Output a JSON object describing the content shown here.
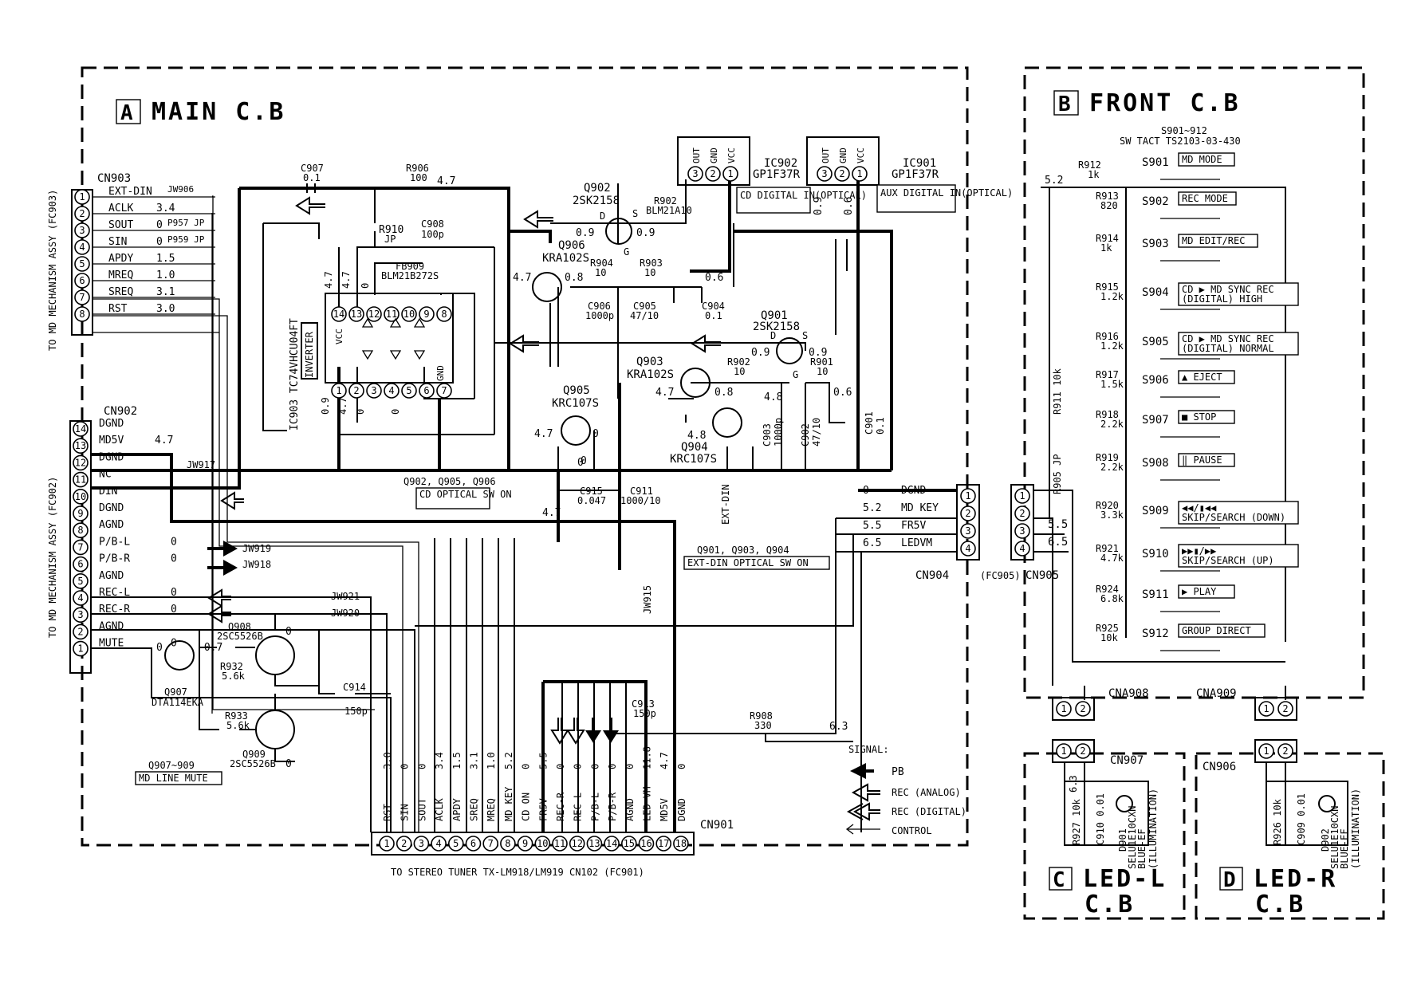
{
  "boards": {
    "main": {
      "letter": "A",
      "title": "MAIN C.B"
    },
    "front": {
      "letter": "B",
      "title": "FRONT C.B"
    },
    "led_l": {
      "letter": "C",
      "title": "LED-L",
      "subtitle": "C.B"
    },
    "led_r": {
      "letter": "D",
      "title": "LED-R",
      "subtitle": "C.B"
    }
  },
  "connectors": {
    "cn903": {
      "name": "CN903",
      "side_label": "TO MD MECHANISM ASSY (FC903)",
      "pins": [
        {
          "num": "1",
          "signal": "EXT-DIN",
          "voltage": "",
          "jumper": "JW906"
        },
        {
          "num": "2",
          "signal": "ACLK",
          "voltage": "3.4",
          "jumper": ""
        },
        {
          "num": "3",
          "signal": "SOUT",
          "voltage": "0",
          "jumper": "P957 JP"
        },
        {
          "num": "4",
          "signal": "SIN",
          "voltage": "0",
          "jumper": "P959 JP"
        },
        {
          "num": "5",
          "signal": "APDY",
          "voltage": "1.5",
          "jumper": ""
        },
        {
          "num": "6",
          "signal": "MREQ",
          "voltage": "1.0",
          "jumper": ""
        },
        {
          "num": "7",
          "signal": "SREQ",
          "voltage": "3.1",
          "jumper": ""
        },
        {
          "num": "8",
          "signal": "RST",
          "voltage": "3.0",
          "jumper": ""
        }
      ]
    },
    "cn902": {
      "name": "CN902",
      "side_label": "TO MD MECHANISM ASSY (FC902)",
      "pins": [
        {
          "num": "14",
          "signal": "DGND",
          "voltage": ""
        },
        {
          "num": "13",
          "signal": "MD5V",
          "voltage": "4.7"
        },
        {
          "num": "12",
          "signal": "DGND",
          "voltage": ""
        },
        {
          "num": "11",
          "signal": "NC",
          "voltage": ""
        },
        {
          "num": "10",
          "signal": "DIN",
          "voltage": ""
        },
        {
          "num": "9",
          "signal": "DGND",
          "voltage": ""
        },
        {
          "num": "8",
          "signal": "AGND",
          "voltage": ""
        },
        {
          "num": "7",
          "signal": "P/B-L",
          "voltage": "0"
        },
        {
          "num": "6",
          "signal": "P/B-R",
          "voltage": "0"
        },
        {
          "num": "5",
          "signal": "AGND",
          "voltage": ""
        },
        {
          "num": "4",
          "signal": "REC-L",
          "voltage": "0"
        },
        {
          "num": "3",
          "signal": "REC-R",
          "voltage": "0"
        },
        {
          "num": "2",
          "signal": "AGND",
          "voltage": ""
        },
        {
          "num": "1",
          "signal": "MUTE",
          "voltage": "0"
        }
      ]
    },
    "cn901": {
      "name": "CN901",
      "bottom_label": "TO STEREO TUNER TX-LM918/LM919 CN102 (FC901)",
      "pins": [
        {
          "num": "1",
          "signal": "RST",
          "voltage": "3.0"
        },
        {
          "num": "2",
          "signal": "SIN",
          "voltage": "0"
        },
        {
          "num": "3",
          "signal": "SOUT",
          "voltage": "0"
        },
        {
          "num": "4",
          "signal": "ACLK",
          "voltage": "3.4"
        },
        {
          "num": "5",
          "signal": "APDY",
          "voltage": "1.5"
        },
        {
          "num": "6",
          "signal": "SREQ",
          "voltage": "3.1"
        },
        {
          "num": "7",
          "signal": "MREQ",
          "voltage": "1.0"
        },
        {
          "num": "8",
          "signal": "MD KEY",
          "voltage": "5.2"
        },
        {
          "num": "9",
          "signal": "CD ON",
          "voltage": "0"
        },
        {
          "num": "10",
          "signal": "FR5V",
          "voltage": "5.5"
        },
        {
          "num": "11",
          "signal": "REC-R",
          "voltage": "0"
        },
        {
          "num": "12",
          "signal": "REC-L",
          "voltage": "0"
        },
        {
          "num": "13",
          "signal": "P/B-L",
          "voltage": "0"
        },
        {
          "num": "14",
          "signal": "P/B-R",
          "voltage": "0"
        },
        {
          "num": "15",
          "signal": "AGND",
          "voltage": "0"
        },
        {
          "num": "16",
          "signal": "LED VM",
          "voltage": "11.8"
        },
        {
          "num": "17",
          "signal": "MD5V",
          "voltage": "4.7"
        },
        {
          "num": "18",
          "signal": "DGND",
          "voltage": "0"
        }
      ]
    },
    "cn904": {
      "name": "CN904",
      "fc_label": "(FC905)",
      "pins": [
        {
          "num": "1",
          "signal": "DGND",
          "voltage": "0"
        },
        {
          "num": "2",
          "signal": "MD KEY",
          "voltage": "5.2"
        },
        {
          "num": "3",
          "signal": "FR5V",
          "voltage": "5.5"
        },
        {
          "num": "4",
          "signal": "LEDVM",
          "voltage": "6.5"
        }
      ]
    },
    "cn905": {
      "name": "CN905",
      "pins": [
        "1",
        "2",
        "3",
        "4"
      ],
      "voltages": [
        "5.5",
        "6.5"
      ]
    },
    "cna908": {
      "name": "CNA908",
      "pins": [
        "1",
        "2"
      ]
    },
    "cna909": {
      "name": "CNA909",
      "pins": [
        "1",
        "2"
      ]
    },
    "cn907": {
      "name": "CN907",
      "pins": [
        "1",
        "2"
      ]
    },
    "cn906": {
      "name": "CN906",
      "pins": [
        "1",
        "2"
      ]
    }
  },
  "ics": {
    "ic903": {
      "name": "IC903 TC74VHCU04FT",
      "function": "INVERTER",
      "pins_top": [
        "14",
        "13",
        "12",
        "11",
        "10",
        "9",
        "8"
      ],
      "pins_bottom": [
        "1",
        "2",
        "3",
        "4",
        "5",
        "6",
        "7"
      ],
      "vcc_label": "VCC",
      "gnd_label": "GND",
      "v_top": [
        "4.7",
        "4.7",
        "0"
      ],
      "v_bottom": [
        "0.9",
        "4.7",
        "0",
        "0"
      ]
    },
    "ic902": {
      "name": "IC902",
      "part": "GP1F37R",
      "pins": [
        "OUT",
        "GND",
        "VCC"
      ],
      "nums": [
        "3",
        "2",
        "1"
      ],
      "label": "CD DIGITAL IN(OPTICAL)"
    },
    "ic901": {
      "name": "IC901",
      "part": "GP1F37R",
      "pins": [
        "OUT",
        "GND",
        "VCC"
      ],
      "nums": [
        "3",
        "2",
        "1"
      ],
      "label": "AUX DIGITAL IN(OPTICAL)",
      "v": [
        "0.9",
        "0.6"
      ]
    }
  },
  "transistors": [
    {
      "ref": "Q902",
      "part": "2SK2158",
      "v": [
        "0.9",
        "0.9"
      ],
      "pins": [
        "D",
        "S",
        "G"
      ]
    },
    {
      "ref": "Q906",
      "part": "KRA102S",
      "v": [
        "4.7",
        "0.8"
      ]
    },
    {
      "ref": "Q905",
      "part": "KRC107S",
      "v": [
        "4.7",
        "0",
        "0"
      ]
    },
    {
      "ref": "Q903",
      "part": "KRA102S",
      "v": [
        "4.7",
        "0.8"
      ]
    },
    {
      "ref": "Q904",
      "part": "KRC107S",
      "v": [
        "4.8"
      ]
    },
    {
      "ref": "Q901",
      "part": "2SK2158",
      "v": [
        "0.9",
        "0.9",
        "4.8",
        "0.6"
      ],
      "pins": [
        "D",
        "S",
        "G"
      ]
    },
    {
      "ref": "Q907",
      "part": "DTA114EKA",
      "v": [
        "0",
        "-0.7"
      ]
    },
    {
      "ref": "Q908",
      "part": "2SC5526B",
      "v": [
        "0"
      ]
    },
    {
      "ref": "Q909",
      "part": "2SC5526B",
      "v": [
        "0"
      ]
    }
  ],
  "passives": {
    "c907": {
      "ref": "C907",
      "value": "0.1"
    },
    "r906": {
      "ref": "R906",
      "value": "100",
      "v": "4.7"
    },
    "r910": {
      "ref": "R910",
      "value": "JP"
    },
    "c908": {
      "ref": "C908",
      "value": "100p"
    },
    "fb909": {
      "ref": "FB909",
      "value": "BLM21B272S"
    },
    "r902": {
      "ref": "R902",
      "value": "BLM21A10"
    },
    "r904": {
      "ref": "R904",
      "value": "10"
    },
    "r903": {
      "ref": "R903",
      "value": "10"
    },
    "c906": {
      "ref": "C906",
      "value": "1000p"
    },
    "c905": {
      "ref": "C905",
      "value": "47/10"
    },
    "c904": {
      "ref": "C904",
      "value": "0.1"
    },
    "r902b": {
      "ref": "R902",
      "value": "10"
    },
    "r901": {
      "ref": "R901",
      "value": "10"
    },
    "c903": {
      "ref": "C903",
      "value": "1000p"
    },
    "c902": {
      "ref": "C902",
      "value": "47/10"
    },
    "c901": {
      "ref": "C901",
      "value": "0.1"
    },
    "c915": {
      "ref": "C915",
      "value": "0.047"
    },
    "c911": {
      "ref": "C911",
      "value": "1000/10"
    },
    "c914": {
      "ref": "C914",
      "value": "150p"
    },
    "c913": {
      "ref": "C913",
      "value": "150p"
    },
    "r908": {
      "ref": "R908",
      "value": "330",
      "v": "6.3"
    },
    "r932": {
      "ref": "R932",
      "value": "5.6k"
    },
    "r933": {
      "ref": "R933",
      "value": "5.6k"
    },
    "jw917": "JW917",
    "jw919": "JW919",
    "jw918": "JW918",
    "jw921": "JW921",
    "jw920": "JW920",
    "jw915": "JW915"
  },
  "notes": {
    "q902_q905_q906": "Q902, Q905, Q906",
    "cd_optical": "CD OPTICAL SW ON",
    "q901_q903_q904": "Q901, Q903, Q904",
    "ext_din_optical": "EXT-DIN OPTICAL SW ON",
    "q907_q909": "Q907~909",
    "md_line_mute": "MD LINE MUTE",
    "ext_din": "EXT-DIN",
    "v_47": "4.7",
    "v_0": "0"
  },
  "front": {
    "switch_header": "S901~912",
    "switch_part": "SW TACT TS2103-03-430",
    "r912": {
      "ref": "R912",
      "value": "1k"
    },
    "v_52": "5.2",
    "r911": "R911 10k",
    "r905": "R905 JP",
    "switches": [
      {
        "ref": "S901",
        "label": "MD MODE",
        "resistor": "",
        "rvalue": ""
      },
      {
        "ref": "S902",
        "label": "REC MODE",
        "resistor": "R913",
        "rvalue": "820"
      },
      {
        "ref": "S903",
        "label": "MD EDIT/REC",
        "resistor": "R914",
        "rvalue": "1k"
      },
      {
        "ref": "S904",
        "label": "CD ▶ MD SYNC REC",
        "label2": "(DIGITAL) HIGH",
        "resistor": "R915",
        "rvalue": "1.2k"
      },
      {
        "ref": "S905",
        "label": "CD ▶ MD SYNC REC",
        "label2": "(DIGITAL) NORMAL",
        "resistor": "R916",
        "rvalue": "1.2k"
      },
      {
        "ref": "S906",
        "label": "▲ EJECT",
        "resistor": "R917",
        "rvalue": "1.5k"
      },
      {
        "ref": "S907",
        "label": "■ STOP",
        "resistor": "R918",
        "rvalue": "2.2k"
      },
      {
        "ref": "S908",
        "label": "‖ PAUSE",
        "resistor": "R919",
        "rvalue": "2.2k"
      },
      {
        "ref": "S909",
        "label": "◀◀/▮◀◀",
        "label2": "SKIP/SEARCH (DOWN)",
        "resistor": "R920",
        "rvalue": "3.3k"
      },
      {
        "ref": "S910",
        "label": "▶▶▮/▶▶",
        "label2": "SKIP/SEARCH (UP)",
        "resistor": "R921",
        "rvalue": "4.7k"
      },
      {
        "ref": "S911",
        "label": "▶ PLAY",
        "resistor": "R924",
        "rvalue": "6.8k"
      },
      {
        "ref": "S912",
        "label": "GROUP DIRECT",
        "resistor": "R925",
        "rvalue": "10k"
      }
    ]
  },
  "leds": {
    "left": {
      "v": "6.3",
      "r": "R927 10k",
      "c": "C910 0.01",
      "d": "D901",
      "d_part": "SELU1E10CXN",
      "d_color": "BLUE-EF",
      "d_use": "(ILLUMINATION)"
    },
    "right": {
      "r": "R926 10k",
      "c": "C909 0.01",
      "d": "D902",
      "d_part": "SELU1E10CXN",
      "d_color": "BLUE-EF",
      "d_use": "(ILLUMINATION)"
    }
  },
  "legend": {
    "title": "SIGNAL:",
    "items": [
      {
        "icon": "solid-arrow-icon",
        "label": "PB"
      },
      {
        "icon": "hollow-arrow-icon",
        "label": "REC (ANALOG)"
      },
      {
        "icon": "double-hollow-arrow-icon",
        "label": "REC (DIGITAL)"
      },
      {
        "icon": "line-arrow-icon",
        "label": "CONTROL"
      }
    ]
  }
}
